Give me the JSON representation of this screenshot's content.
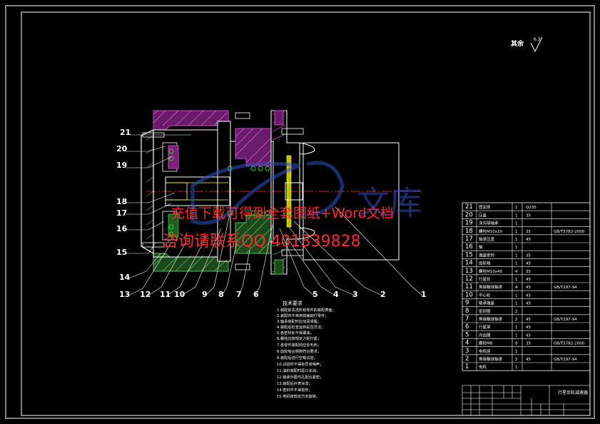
{
  "corner_note": {
    "text": "其余",
    "symbol": "6.3"
  },
  "callouts": [
    "1",
    "2",
    "3",
    "4",
    "5",
    "6",
    "7",
    "8",
    "9",
    "10",
    "11",
    "12",
    "13",
    "14",
    "15",
    "16",
    "17",
    "18",
    "19",
    "20",
    "21"
  ],
  "notes_title": "技术要求",
  "notes": [
    "1.装配前清洗所有零件的装配表面；",
    "2.装配时不准用铁锤敲打零件；",
    "3.轴承装配时应加润滑脂；",
    "4.装配后检查运转是否灵活；",
    "5.各密封处不得漏油；",
    "6.螺栓应按规定力矩拧紧；",
    "7.各零件装配前应去毛刺；",
    "8.齿轮啮合侧隙符合要求；",
    "9.装配后进行空载试验；",
    "10.试验时不得有异常噪声；",
    "11.油封装配时唇口涂油；",
    "12.轴承外圈与孔配合紧密；",
    "13.装配后外表涂漆；",
    "14.密封件不得损伤；",
    "15.电机按规定方向旋转。"
  ],
  "bom": [
    {
      "no": "21",
      "name": "固定座",
      "qty": "1",
      "mat": "Q235",
      "std": ""
    },
    {
      "no": "20",
      "name": "压盖",
      "qty": "1",
      "mat": "35",
      "std": ""
    },
    {
      "no": "19",
      "name": "深沟球轴承",
      "qty": "1",
      "mat": "",
      "std": ""
    },
    {
      "no": "18",
      "name": "螺栓M10x20",
      "qty": "1",
      "mat": "35",
      "std": "GB/T5782-2000"
    },
    {
      "no": "17",
      "name": "轴承压盖",
      "qty": "1",
      "mat": "45",
      "std": ""
    },
    {
      "no": "16",
      "name": "轴",
      "qty": "1",
      "mat": "",
      "std": ""
    },
    {
      "no": "15",
      "name": "端盖密封",
      "qty": "1",
      "mat": "35",
      "std": ""
    },
    {
      "no": "14",
      "name": "齿轮轴",
      "qty": "1",
      "mat": "45",
      "std": ""
    },
    {
      "no": "13",
      "name": "螺栓M10x40",
      "qty": "4",
      "mat": "35",
      "std": ""
    },
    {
      "no": "12",
      "name": "行星轮",
      "qty": "1",
      "mat": "45",
      "std": ""
    },
    {
      "no": "11",
      "name": "角接触球轴承",
      "qty": "4",
      "mat": "45",
      "std": "GB/T297-94"
    },
    {
      "no": "10",
      "name": "中心轮",
      "qty": "1",
      "mat": "45",
      "std": ""
    },
    {
      "no": "9",
      "name": "轴承端盖",
      "qty": "1",
      "mat": "45",
      "std": ""
    },
    {
      "no": "8",
      "name": "密封圈",
      "qty": "2",
      "mat": "",
      "std": ""
    },
    {
      "no": "7",
      "name": "角接触球轴承",
      "qty": "2",
      "mat": "45",
      "std": "GB/T297-94"
    },
    {
      "no": "6",
      "name": "行星架",
      "qty": "1",
      "mat": "45",
      "std": ""
    },
    {
      "no": "5",
      "name": "内齿圈",
      "qty": "1",
      "mat": "45",
      "std": ""
    },
    {
      "no": "4",
      "name": "螺栓M8",
      "qty": "8",
      "mat": "35",
      "std": "GB/T5782-2000"
    },
    {
      "no": "3",
      "name": "电机座",
      "qty": "1",
      "mat": "",
      "std": ""
    },
    {
      "no": "2",
      "name": "角接触球轴承",
      "qty": "2",
      "mat": "45",
      "std": "GB/T297-94"
    },
    {
      "no": "1",
      "name": "电机",
      "qty": "1",
      "mat": "",
      "std": ""
    }
  ],
  "title_block": {
    "drawing_title": "行星齿轮减速器"
  },
  "watermark": {
    "line1": "充值下载可得到全套图纸+Word文档",
    "line2": "咨询请联系QQ 401339828",
    "logo_text": "文库"
  }
}
